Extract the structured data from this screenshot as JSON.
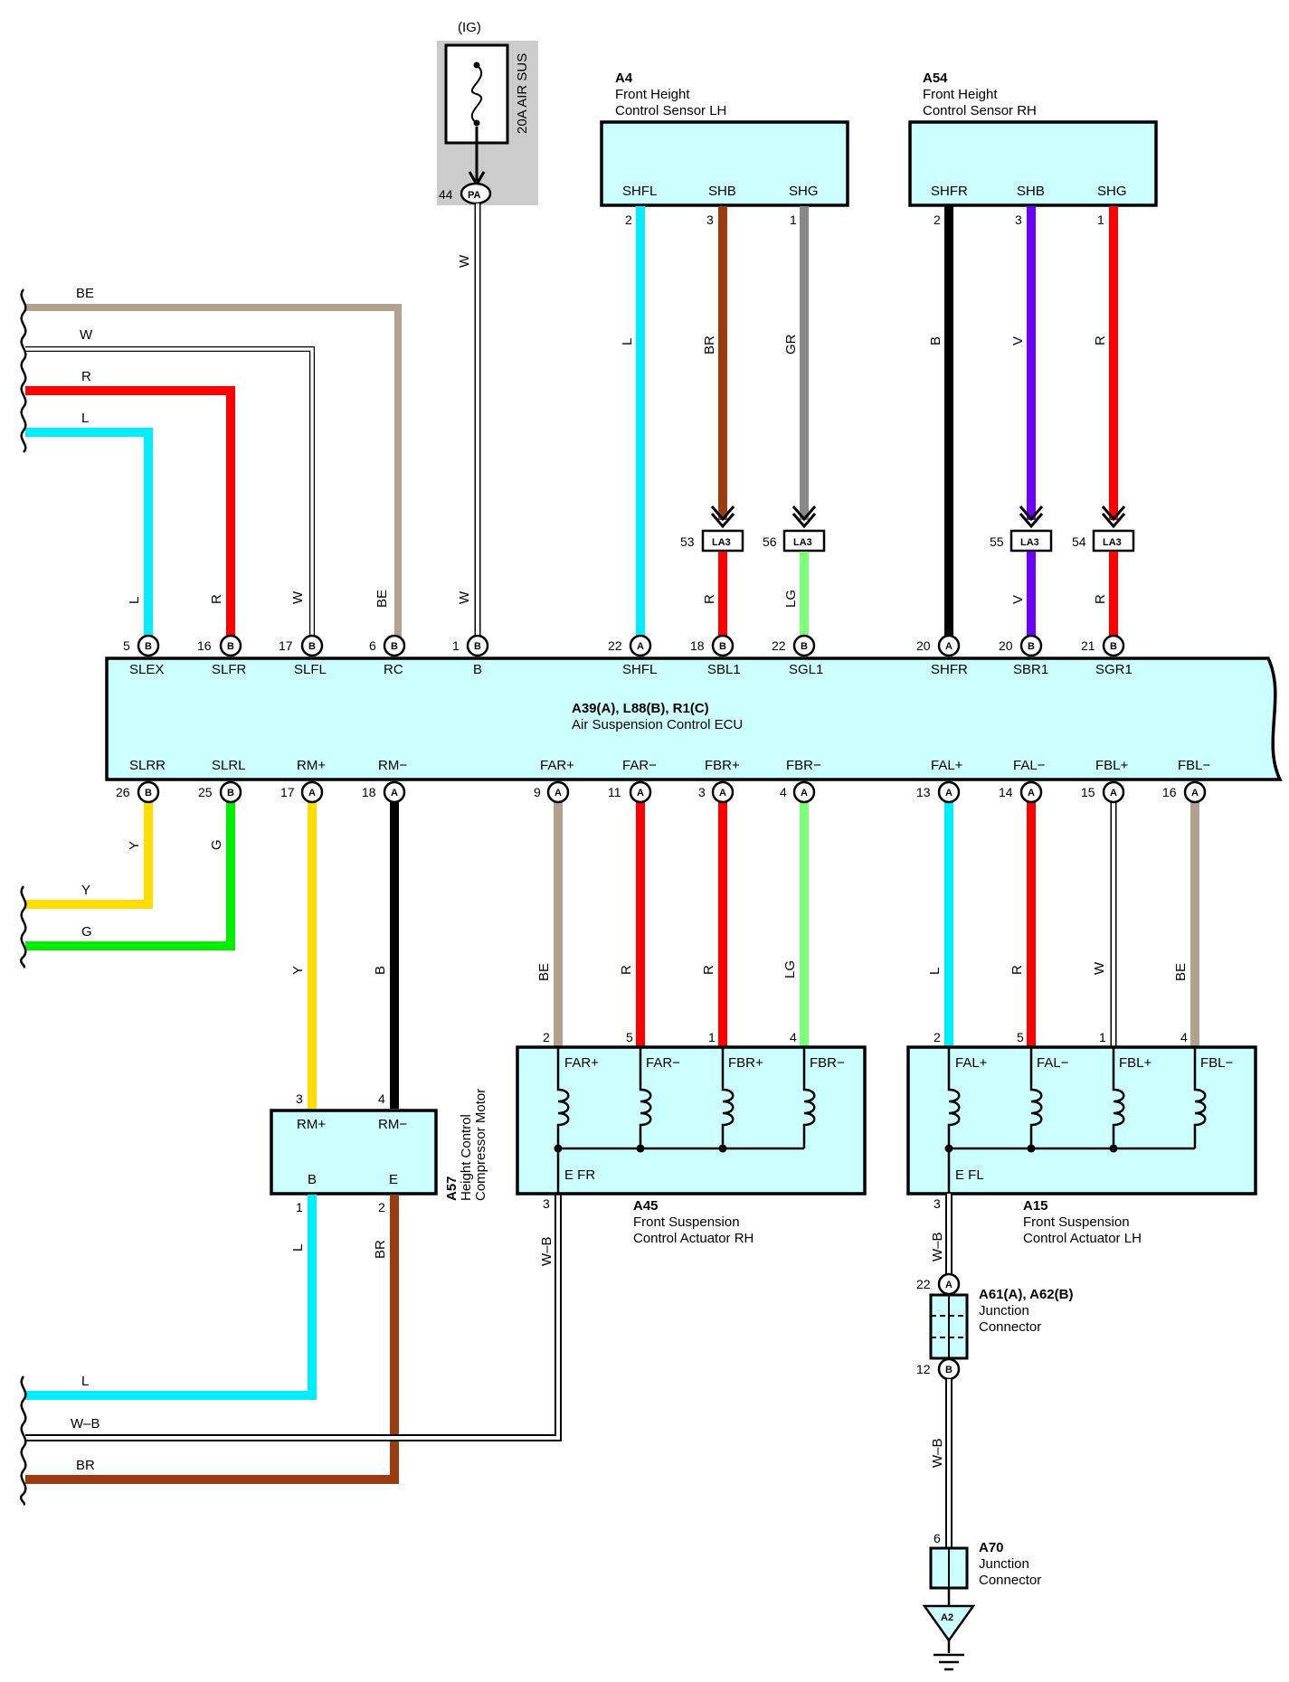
{
  "fuse": {
    "ig_label": "(IG)",
    "name": "20A AIR SUS",
    "pin": "44",
    "conn": "PA",
    "wire_color": "W"
  },
  "a4": {
    "code": "A4",
    "line1": "Front Height",
    "line2": "Control Sensor LH",
    "pins": [
      {
        "label": "SHFL",
        "num": "2",
        "color": "L"
      },
      {
        "label": "SHB",
        "num": "3",
        "color": "BR"
      },
      {
        "label": "SHG",
        "num": "1",
        "color": "GR"
      }
    ]
  },
  "a54": {
    "code": "A54",
    "line1": "Front Height",
    "line2": "Control Sensor RH",
    "pins": [
      {
        "label": "SHFR",
        "num": "2",
        "color": "B"
      },
      {
        "label": "SHB",
        "num": "3",
        "color": "V"
      },
      {
        "label": "SHG",
        "num": "1",
        "color": "R"
      }
    ]
  },
  "la3": [
    {
      "num": "53",
      "name": "LA3",
      "out_color": "R"
    },
    {
      "num": "56",
      "name": "LA3",
      "out_color": "LG"
    },
    {
      "num": "55",
      "name": "LA3",
      "out_color": "V"
    },
    {
      "num": "54",
      "name": "LA3",
      "out_color": "R"
    }
  ],
  "left_wires_top": [
    {
      "label": "BE"
    },
    {
      "label": "W"
    },
    {
      "label": "R"
    },
    {
      "label": "L"
    }
  ],
  "ecu": {
    "title": "A39(A), L88(B), R1(C)",
    "subtitle": "Air Suspension Control ECU",
    "top_pins": [
      {
        "label": "SLEX",
        "num": "5",
        "conn": "B",
        "color": "L"
      },
      {
        "label": "SLFR",
        "num": "16",
        "conn": "B",
        "color": "R"
      },
      {
        "label": "SLFL",
        "num": "17",
        "conn": "B",
        "color": "W"
      },
      {
        "label": "RC",
        "num": "6",
        "conn": "B",
        "color": "BE"
      },
      {
        "label": "B",
        "num": "1",
        "conn": "B",
        "color": "W"
      },
      {
        "label": "SHFL",
        "num": "22",
        "conn": "A"
      },
      {
        "label": "SBL1",
        "num": "18",
        "conn": "B"
      },
      {
        "label": "SGL1",
        "num": "22",
        "conn": "B"
      },
      {
        "label": "SHFR",
        "num": "20",
        "conn": "A"
      },
      {
        "label": "SBR1",
        "num": "20",
        "conn": "B"
      },
      {
        "label": "SGR1",
        "num": "21",
        "conn": "B"
      }
    ],
    "bottom_pins": [
      {
        "label": "SLRR",
        "num": "26",
        "conn": "B",
        "color": "Y"
      },
      {
        "label": "SLRL",
        "num": "25",
        "conn": "B",
        "color": "G"
      },
      {
        "label": "RM+",
        "num": "17",
        "conn": "A",
        "color": "Y"
      },
      {
        "label": "RM−",
        "num": "18",
        "conn": "A",
        "color": "B"
      },
      {
        "label": "FAR+",
        "num": "9",
        "conn": "A",
        "color": "BE"
      },
      {
        "label": "FAR−",
        "num": "11",
        "conn": "A",
        "color": "R"
      },
      {
        "label": "FBR+",
        "num": "3",
        "conn": "A",
        "color": "R"
      },
      {
        "label": "FBR−",
        "num": "4",
        "conn": "A",
        "color": "LG"
      },
      {
        "label": "FAL+",
        "num": "13",
        "conn": "A",
        "color": "L"
      },
      {
        "label": "FAL−",
        "num": "14",
        "conn": "A",
        "color": "R"
      },
      {
        "label": "FBL+",
        "num": "15",
        "conn": "A",
        "color": "W"
      },
      {
        "label": "FBL−",
        "num": "16",
        "conn": "A",
        "color": "BE"
      }
    ]
  },
  "left_wires_mid": [
    {
      "label": "Y"
    },
    {
      "label": "G"
    }
  ],
  "a57": {
    "code": "A57",
    "line1": "Height Control",
    "line2": "Compressor Motor",
    "pin_rmp": "RM+",
    "pin_rmm": "RM−",
    "pin_b": "B",
    "pin_e": "E",
    "num_rmp": "3",
    "num_rmm": "4",
    "num_b": "1",
    "num_e": "2",
    "color_b": "L",
    "color_e": "BR"
  },
  "a45": {
    "code": "A45",
    "line1": "Front Suspension",
    "line2": "Control Actuator RH",
    "terms": [
      "FAR+",
      "FAR−",
      "FBR+",
      "FBR−"
    ],
    "nums": [
      "2",
      "5",
      "1",
      "4"
    ],
    "ground": "E FR",
    "gnum": "3",
    "gcolor": "W–B"
  },
  "a15": {
    "code": "A15",
    "line1": "Front Suspension",
    "line2": "Control Actuator LH",
    "terms": [
      "FAL+",
      "FAL−",
      "FBL+",
      "FBL−"
    ],
    "nums": [
      "2",
      "5",
      "1",
      "4"
    ],
    "ground": "E FL",
    "gnum": "3",
    "gcolor": "W–B"
  },
  "a61": {
    "code": "A61(A), A62(B)",
    "line1": "Junction",
    "line2": "Connector",
    "top_num": "22",
    "top_conn": "A",
    "bot_num": "12",
    "bot_conn": "B",
    "out_color": "W–B"
  },
  "a70": {
    "code": "A70",
    "line1": "Junction",
    "line2": "Connector",
    "num": "6",
    "ground": "A2"
  },
  "left_wires_bot": [
    {
      "label": "L"
    },
    {
      "label": "W–B"
    },
    {
      "label": "BR"
    }
  ],
  "colors": {
    "L": "#00eeff",
    "R": "#ff0000",
    "W": "#ffffff",
    "BE": "#b3a190",
    "BR": "#9a3c10",
    "GR": "#888888",
    "B": "#000000",
    "V": "#6a00ff",
    "LG": "#7dff7d",
    "Y": "#ffdd00",
    "G": "#00ee00",
    "box_fill": "#ccffff",
    "fuse_bg": "#cccccc"
  }
}
